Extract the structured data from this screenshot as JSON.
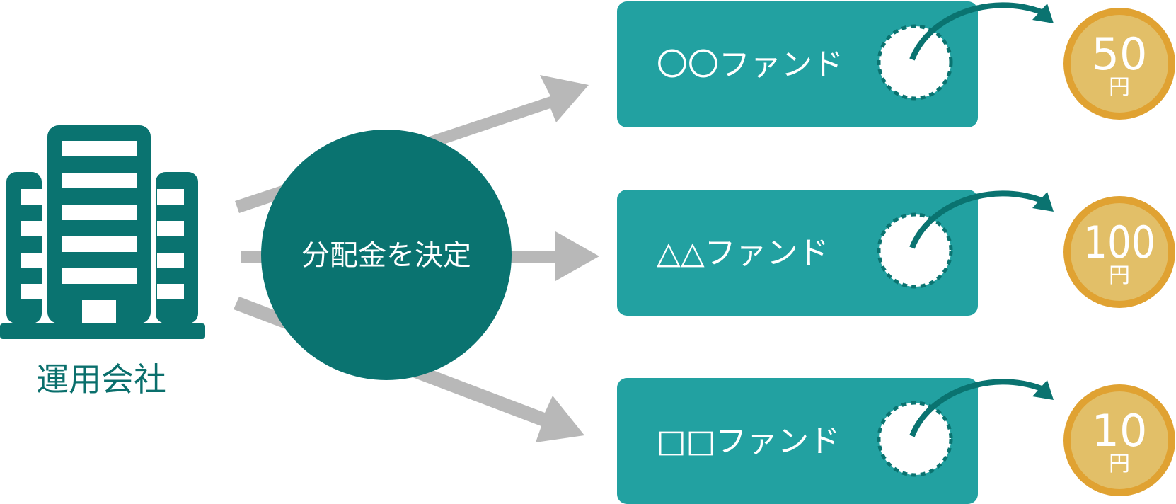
{
  "company": {
    "label": "運用会社",
    "icon": "building-icon"
  },
  "decision": {
    "label": "分配金を決定"
  },
  "funds": [
    {
      "name": "〇〇ファンド",
      "amount": "50",
      "unit": "円"
    },
    {
      "name": "△△ファンド",
      "amount": "100",
      "unit": "円"
    },
    {
      "name": "□□ファンド",
      "amount": "10",
      "unit": "円"
    }
  ],
  "colors": {
    "dark_teal": "#0a7370",
    "fund_teal": "#22a1a1",
    "arrow_gray": "#b8b8b8",
    "coin_outer": "#e0a232",
    "coin_inner": "#e2bf68"
  }
}
